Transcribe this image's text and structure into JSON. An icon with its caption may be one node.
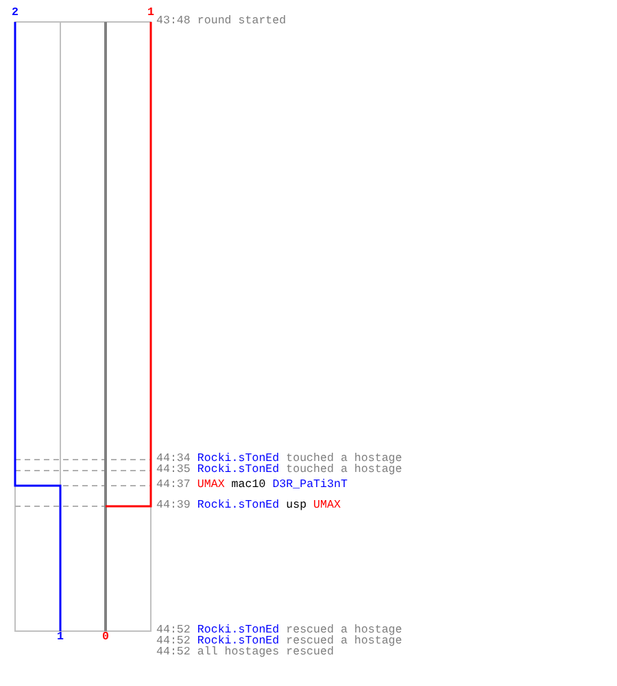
{
  "diagram": {
    "labels": [
      "2",
      "1",
      "43:48",
      "round started",
      "44:34",
      "Rocki.sTonEd",
      "touched a hostage",
      "44:35",
      "Rocki.sTonEd",
      "touched a hostage",
      "44:37",
      "UMAX",
      "mac10",
      "D3R_PaTi3nT",
      "44:39",
      "Rocki.sTonEd",
      "usp",
      "UMAX",
      "1",
      "0",
      "44:52",
      "Rocki.sTonEd",
      "rescued a hostage",
      "44:52",
      "Rocki.sTonEd",
      "rescued a hostage",
      "44:52",
      "all hostages rescued"
    ]
  }
}
